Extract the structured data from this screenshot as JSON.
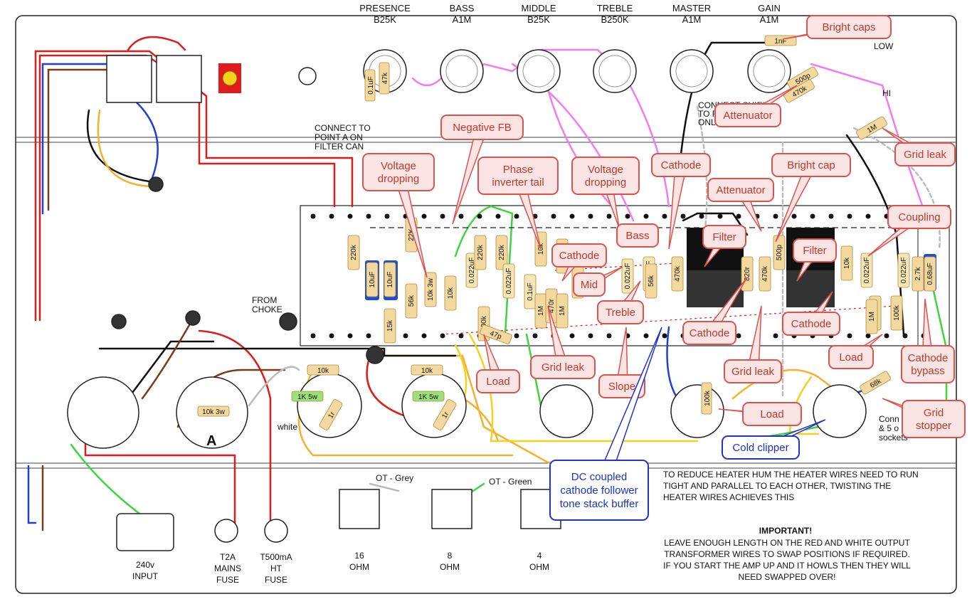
{
  "pots": [
    {
      "name": "PRESENCE",
      "value": "B25K"
    },
    {
      "name": "BASS",
      "value": "A1M"
    },
    {
      "name": "MIDDLE",
      "value": "B25K"
    },
    {
      "name": "TREBLE",
      "value": "B250K"
    },
    {
      "name": "MASTER",
      "value": "A1M"
    },
    {
      "name": "GAIN",
      "value": "A1M"
    }
  ],
  "notes": {
    "connect_point_a": [
      "CONNECT TO",
      "POINT A ON",
      "FILTER CAN"
    ],
    "from_choke": [
      "FROM",
      "CHOKE"
    ],
    "connect_shield": [
      "CONNECT SHIELD",
      "TO R",
      "ONLY"
    ],
    "white": "white",
    "point_a": "A",
    "low": "LOW",
    "hi": "HI",
    "ot_grey": "OT - Grey",
    "ot_green": "OT - Green",
    "heater": [
      "TO REDUCE HEATER HUM THE HEATER WIRES NEED TO RUN",
      "TIGHT AND PARALLEL TO EACH OTHER, TWISTING THE",
      "HEATER WIRES ACHIEVES THIS"
    ],
    "important_title": "IMPORTANT!",
    "important": [
      "LEAVE ENOUGH LENGTH ON THE RED AND WHITE OUTPUT",
      "TRANSFORMER WIRES TO SWAP POSITIONS IF REQUIRED.",
      "IF YOU START THE AMP UP AND IT HOWLS THEN THEY WILL",
      "NEED SWAPPED OVER!"
    ],
    "connect_sockets": [
      "Conn",
      "& 5 o",
      "sockets"
    ]
  },
  "bottom_labels": [
    {
      "lines": [
        "240v",
        "INPUT"
      ]
    },
    {
      "lines": [
        "T2A",
        "MAINS",
        "FUSE"
      ]
    },
    {
      "lines": [
        "T500mA",
        "HT",
        "FUSE"
      ]
    },
    {
      "lines": [
        "16",
        "OHM"
      ]
    },
    {
      "lines": [
        "8",
        "OHM"
      ]
    },
    {
      "lines": [
        "4",
        "OHM"
      ]
    }
  ],
  "callouts": [
    {
      "lines": [
        "Bright caps"
      ]
    },
    {
      "lines": [
        "Attenuator"
      ]
    },
    {
      "lines": [
        "Negative FB"
      ]
    },
    {
      "lines": [
        "Grid leak"
      ]
    },
    {
      "lines": [
        "Voltage",
        "dropping"
      ]
    },
    {
      "lines": [
        "Phase",
        "inverter tail"
      ]
    },
    {
      "lines": [
        "Voltage",
        "dropping"
      ]
    },
    {
      "lines": [
        "Cathode"
      ]
    },
    {
      "lines": [
        "Bright cap"
      ]
    },
    {
      "lines": [
        "Attenuator"
      ]
    },
    {
      "lines": [
        "Coupling"
      ]
    },
    {
      "lines": [
        "Filter"
      ]
    },
    {
      "lines": [
        "Filter"
      ]
    },
    {
      "lines": [
        "Bass"
      ]
    },
    {
      "lines": [
        "Cathode"
      ]
    },
    {
      "lines": [
        "Mid"
      ]
    },
    {
      "lines": [
        "Treble"
      ]
    },
    {
      "lines": [
        "Cathode"
      ]
    },
    {
      "lines": [
        "Cathode"
      ]
    },
    {
      "lines": [
        "Load"
      ]
    },
    {
      "lines": [
        "Grid leak"
      ]
    },
    {
      "lines": [
        "Grid leak"
      ]
    },
    {
      "lines": [
        "Load"
      ]
    },
    {
      "lines": [
        "Cathode",
        "bypass"
      ]
    },
    {
      "lines": [
        "Slope"
      ]
    },
    {
      "lines": [
        "Load"
      ]
    },
    {
      "lines": [
        "Grid",
        "stopper"
      ]
    }
  ],
  "blue_callouts": [
    {
      "lines": [
        "Cold clipper"
      ]
    },
    {
      "lines": [
        "DC coupled",
        "cathode follower",
        "tone stack buffer"
      ]
    }
  ],
  "components": {
    "board": [
      "220k",
      "10uF",
      "10uF",
      "22K",
      "15k",
      "56k",
      "10k 3w",
      "10k",
      "0.022uF",
      "220k",
      "220k",
      "0.022uF",
      "100k",
      "0.1uF",
      "10k",
      "1M",
      "470r",
      "10k",
      "1M",
      "100k",
      "0.022uF",
      "0.022uF",
      "56k",
      "470k",
      "820r",
      "470k",
      "500p",
      "10k",
      "100k",
      "0.022uF",
      "0.022uF",
      "2.7k",
      "0.68uF",
      "100k",
      "1M"
    ],
    "chassis": [
      "0.1uF",
      "47k",
      "1nF",
      "500p",
      "470k",
      "1M",
      "10k",
      "1K 5w",
      "1r",
      "10k",
      "1K 5w",
      "1r",
      "10k 3w",
      "68k",
      "100k",
      "47p"
    ]
  },
  "colors": {
    "callout_border": "#d9534f",
    "callout_fill": "#fbe4e4",
    "blue_border": "#2233cc",
    "resistor": "#f3d9a0",
    "cap_blue": "#1f4fd1",
    "wire_red": "#e01b1b",
    "wire_blue": "#1f3fd6",
    "wire_brown": "#7a3a1a",
    "wire_yellow": "#f2d21e",
    "wire_orange": "#f5b12c",
    "wire_pink": "#f07cf0",
    "wire_green": "#3fd43f",
    "wire_grey": "#bbbbbb",
    "wire_black": "#111111"
  }
}
